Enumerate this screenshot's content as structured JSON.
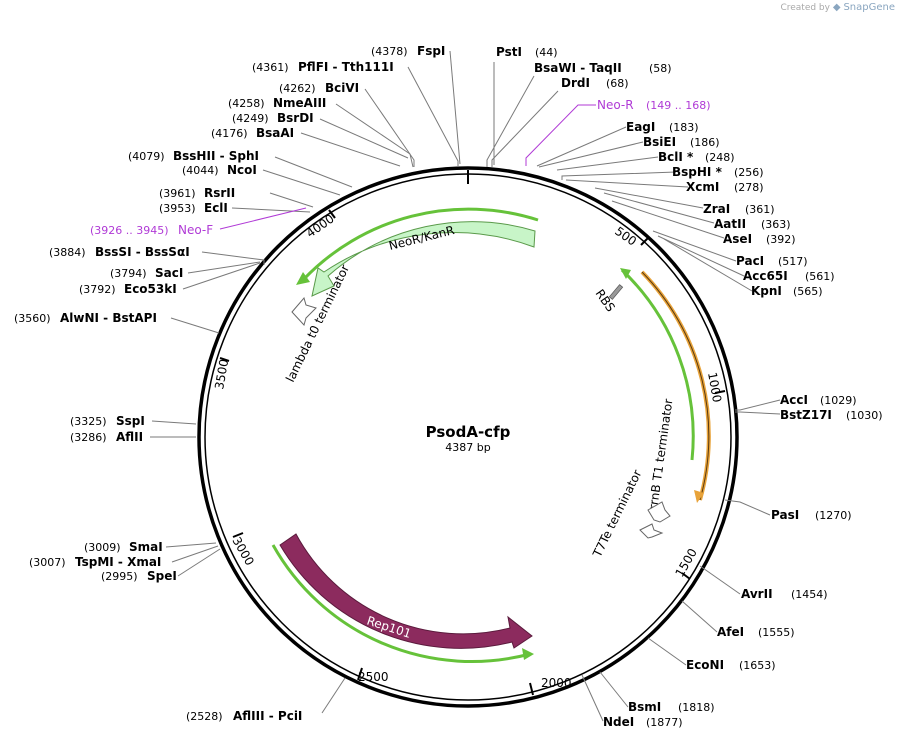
{
  "header": {
    "created_by": "Created by",
    "brand": "SnapGene"
  },
  "plasmid": {
    "name": "PsodA-cfp",
    "length_label": "4387 bp",
    "length": 4387
  },
  "ticks": [
    "500",
    "1000",
    "1500",
    "2000",
    "2500",
    "3000",
    "3500",
    "4000"
  ],
  "features": {
    "neor": "NeoR/KanR",
    "rep": "Rep101",
    "lambda": "lambda t0 terminator",
    "rbs": "RBS",
    "rrnb": "rrnB T1 terminator",
    "t7te": "T7Te terminator"
  },
  "sites_right": [
    {
      "name": "PstI",
      "pos": "(44)"
    },
    {
      "name": "BsaWI  - TaqII",
      "pos": "(58)"
    },
    {
      "name": "DrdI",
      "pos": "(68)"
    },
    {
      "name": "Neo-R",
      "pos": "(149 .. 168)"
    },
    {
      "name": "EagI",
      "pos": "(183)"
    },
    {
      "name": "BsiEI",
      "pos": "(186)"
    },
    {
      "name": "BclI *",
      "pos": "(248)"
    },
    {
      "name": "BspHI *",
      "pos": "(256)"
    },
    {
      "name": "XcmI",
      "pos": "(278)"
    },
    {
      "name": "ZraI",
      "pos": "(361)"
    },
    {
      "name": "AatII",
      "pos": "(363)"
    },
    {
      "name": "AseI",
      "pos": "(392)"
    },
    {
      "name": "PacI",
      "pos": "(517)"
    },
    {
      "name": "Acc65I",
      "pos": "(561)"
    },
    {
      "name": "KpnI",
      "pos": "(565)"
    },
    {
      "name": "AccI",
      "pos": "(1029)"
    },
    {
      "name": "BstZ17I",
      "pos": "(1030)"
    },
    {
      "name": "PasI",
      "pos": "(1270)"
    },
    {
      "name": "AvrII",
      "pos": "(1454)"
    },
    {
      "name": "AfeI",
      "pos": "(1555)"
    },
    {
      "name": "EcoNI",
      "pos": "(1653)"
    },
    {
      "name": "BsmI",
      "pos": "(1818)"
    },
    {
      "name": "NdeI",
      "pos": "(1877)"
    }
  ],
  "sites_left": [
    {
      "name": "FspI",
      "pos": "(4378)"
    },
    {
      "name": "PflFI  - Tth111I",
      "pos": "(4361)"
    },
    {
      "name": "BciVI",
      "pos": "(4262)"
    },
    {
      "name": "NmeAIII",
      "pos": "(4258)"
    },
    {
      "name": "BsrDI",
      "pos": "(4249)"
    },
    {
      "name": "BsaAI",
      "pos": "(4176)"
    },
    {
      "name": "BssHII  - SphI",
      "pos": "(4079)"
    },
    {
      "name": "NcoI",
      "pos": "(4044)"
    },
    {
      "name": "RsrII",
      "pos": "(3961)"
    },
    {
      "name": "EclI",
      "pos": "(3953)"
    },
    {
      "name": "Neo-F",
      "pos": "(3926 .. 3945)"
    },
    {
      "name": "BssSI  - BssSαI",
      "pos": "(3884)"
    },
    {
      "name": "SacI",
      "pos": "(3794)"
    },
    {
      "name": "Eco53kI",
      "pos": "(3792)"
    },
    {
      "name": "AlwNI  - BstAPI",
      "pos": "(3560)"
    },
    {
      "name": "SspI",
      "pos": "(3325)"
    },
    {
      "name": "AflII",
      "pos": "(3286)"
    },
    {
      "name": "SmaI",
      "pos": "(3009)"
    },
    {
      "name": "TspMI  - XmaI",
      "pos": "(3007)"
    },
    {
      "name": "SpeI",
      "pos": "(2995)"
    },
    {
      "name": "AflIII  - PciI",
      "pos": "(2528)"
    }
  ],
  "colors": {
    "backbone": "#000000",
    "neor_fill": "#c8f5c8",
    "rep_fill": "#8c2b5e",
    "green_line": "#66c23a",
    "orange_line": "#e8a33a",
    "primer": "#b03ad6"
  }
}
